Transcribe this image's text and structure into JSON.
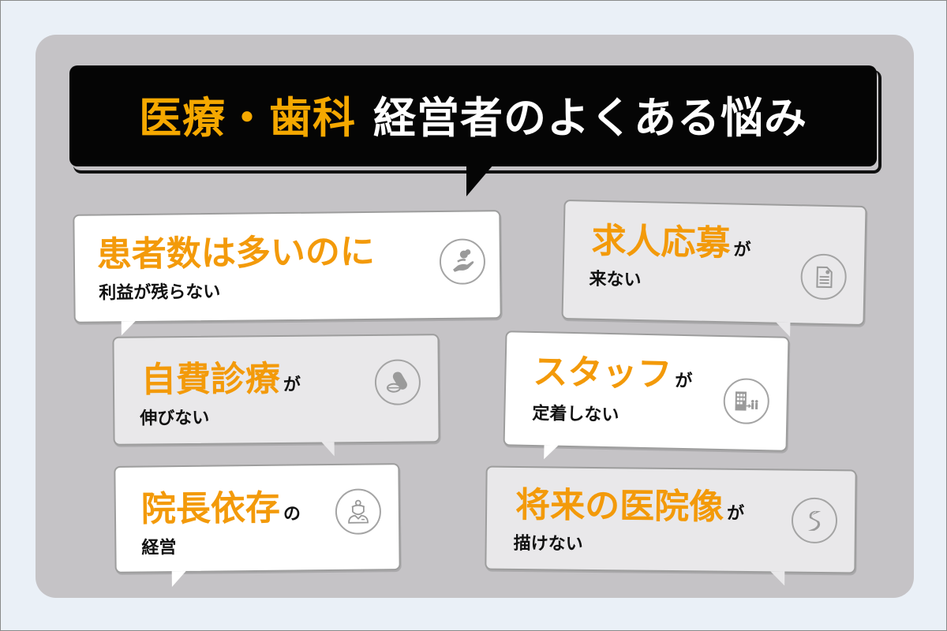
{
  "title": {
    "accent": "医療・歯科",
    "main": "経営者のよくある悩み"
  },
  "problems": [
    {
      "headline": "患者数は多いのに",
      "suffix": "",
      "sub": "利益が残らない",
      "icon": "hand-holding-person-icon",
      "style": "white"
    },
    {
      "headline": "求人応募",
      "suffix": "が",
      "sub": "来ない",
      "icon": "resume-document-icon",
      "style": "grey"
    },
    {
      "headline": "自費診療",
      "suffix": "が",
      "sub": "伸びない",
      "icon": "pills-icon",
      "style": "grey"
    },
    {
      "headline": "スタッフ",
      "suffix": "が",
      "sub": "定着しない",
      "icon": "building-staff-leaving-icon",
      "style": "white"
    },
    {
      "headline": "院長依存",
      "suffix": "の",
      "sub": "経営",
      "icon": "doctor-headlamp-icon",
      "style": "white"
    },
    {
      "headline": "将来の医院像",
      "suffix": "が",
      "sub": "描けない",
      "icon": "winding-road-icon",
      "style": "grey"
    }
  ],
  "colors": {
    "accent": "#f5a800",
    "headline": "#f39a0a",
    "panel": "#c5c3c6",
    "background": "#eaf0f7",
    "title_bg": "#050505"
  }
}
